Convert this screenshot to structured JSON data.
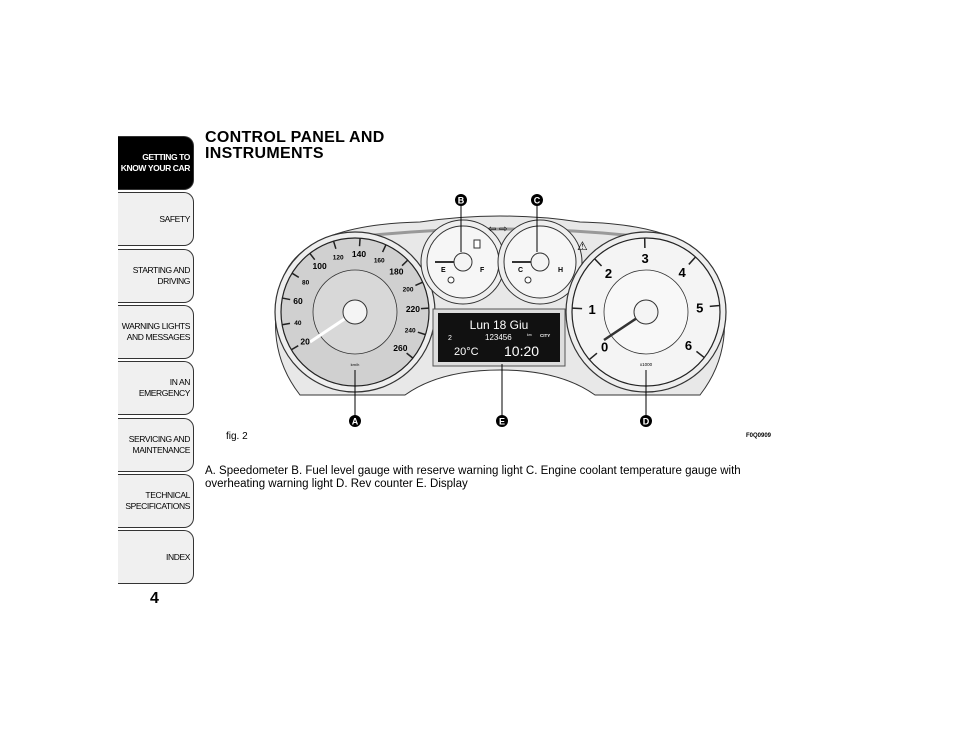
{
  "sidebar": {
    "tabs": [
      {
        "label": "GETTING TO\nKNOW YOUR CAR",
        "active": true
      },
      {
        "label": "SAFETY"
      },
      {
        "label": "STARTING AND\nDRIVING"
      },
      {
        "label": "WARNING LIGHTS\nAND MESSAGES"
      },
      {
        "label": "IN AN EMERGENCY"
      },
      {
        "label": "SERVICING AND\nMAINTENANCE"
      },
      {
        "label": "TECHNICAL\nSPECIFICATIONS"
      },
      {
        "label": "INDEX"
      }
    ]
  },
  "page_number": "4",
  "title": "CONTROL PANEL AND\nINSTRUMENTS",
  "figure": {
    "label": "fig. 2",
    "code": "F0Q0909",
    "callouts": {
      "A": "A",
      "B": "B",
      "C": "C",
      "D": "D",
      "E": "E"
    },
    "speedometer": {
      "ticks": [
        "20",
        "40",
        "60",
        "80",
        "100",
        "120",
        "140",
        "160",
        "180",
        "200",
        "220",
        "240",
        "260"
      ],
      "unit": "km/h"
    },
    "fuel": {
      "empty": "E",
      "full": "F"
    },
    "temp": {
      "cold": "C",
      "hot": "H"
    },
    "tachometer": {
      "ticks": [
        "0",
        "1",
        "2",
        "3",
        "4",
        "5",
        "6"
      ],
      "unit": "x1000"
    },
    "display": {
      "line1": "Lun 18 Giu",
      "gear": "2",
      "odometer": "123456",
      "odo_unit": "km",
      "mode": "CITY",
      "temperature": "20°C",
      "time": "10:20"
    }
  },
  "caption": "A. Speedometer B. Fuel level gauge with reserve warning light C. Engine coolant temperature gauge with overheating warning light D. Rev counter E. Display"
}
